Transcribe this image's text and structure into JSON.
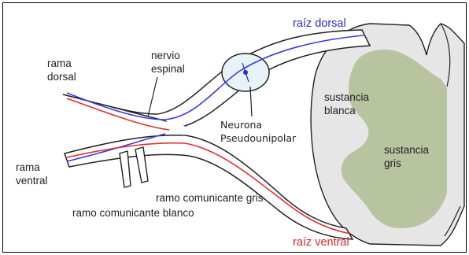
{
  "colors": {
    "white_matter": "#e6e6e6",
    "gray_matter": "#b8c4a0",
    "outline": "#222222",
    "sensory_fiber": "#3a3ae0",
    "motor_fiber": "#e03030",
    "ganglion": "#e8f3f8"
  },
  "labels": {
    "raiz_dorsal": "raíz dorsal",
    "raiz_ventral": "raíz ventral",
    "rama_dorsal_1": "rama",
    "rama_dorsal_2": "dorsal",
    "nervio_1": "nervio",
    "nervio_2": "espinal",
    "rama_ventral_1": "rama",
    "rama_ventral_2": "ventral",
    "sustancia_blanca_1": "sustancia",
    "sustancia_blanca_2": "blanca",
    "sustancia_gris_1": "sustancia",
    "sustancia_gris_2": "gris",
    "neurona_1": "Neurona",
    "neurona_2": "Pseudounipolar",
    "ramo_gris": "ramo comunicante gris",
    "ramo_blanco": "ramo comunicante blanco"
  }
}
